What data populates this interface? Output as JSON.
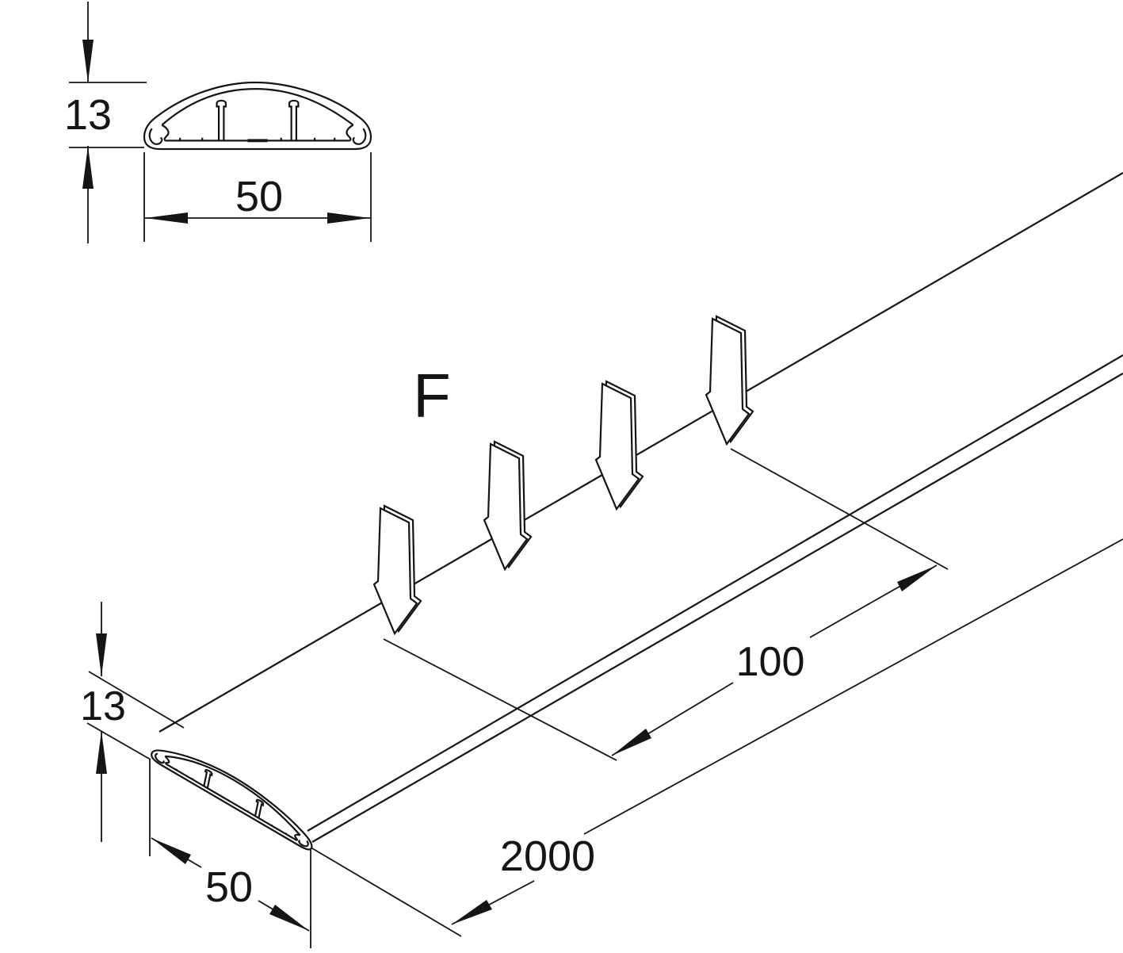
{
  "drawing": {
    "background_color": "#ffffff",
    "line_color": "#151515",
    "cross_section": {
      "height_dim": "13",
      "width_dim": "50"
    },
    "isometric": {
      "force_label": "F",
      "height_dim": "13",
      "width_dim": "50",
      "spacing_dim": "100",
      "length_dim": "2000"
    }
  }
}
